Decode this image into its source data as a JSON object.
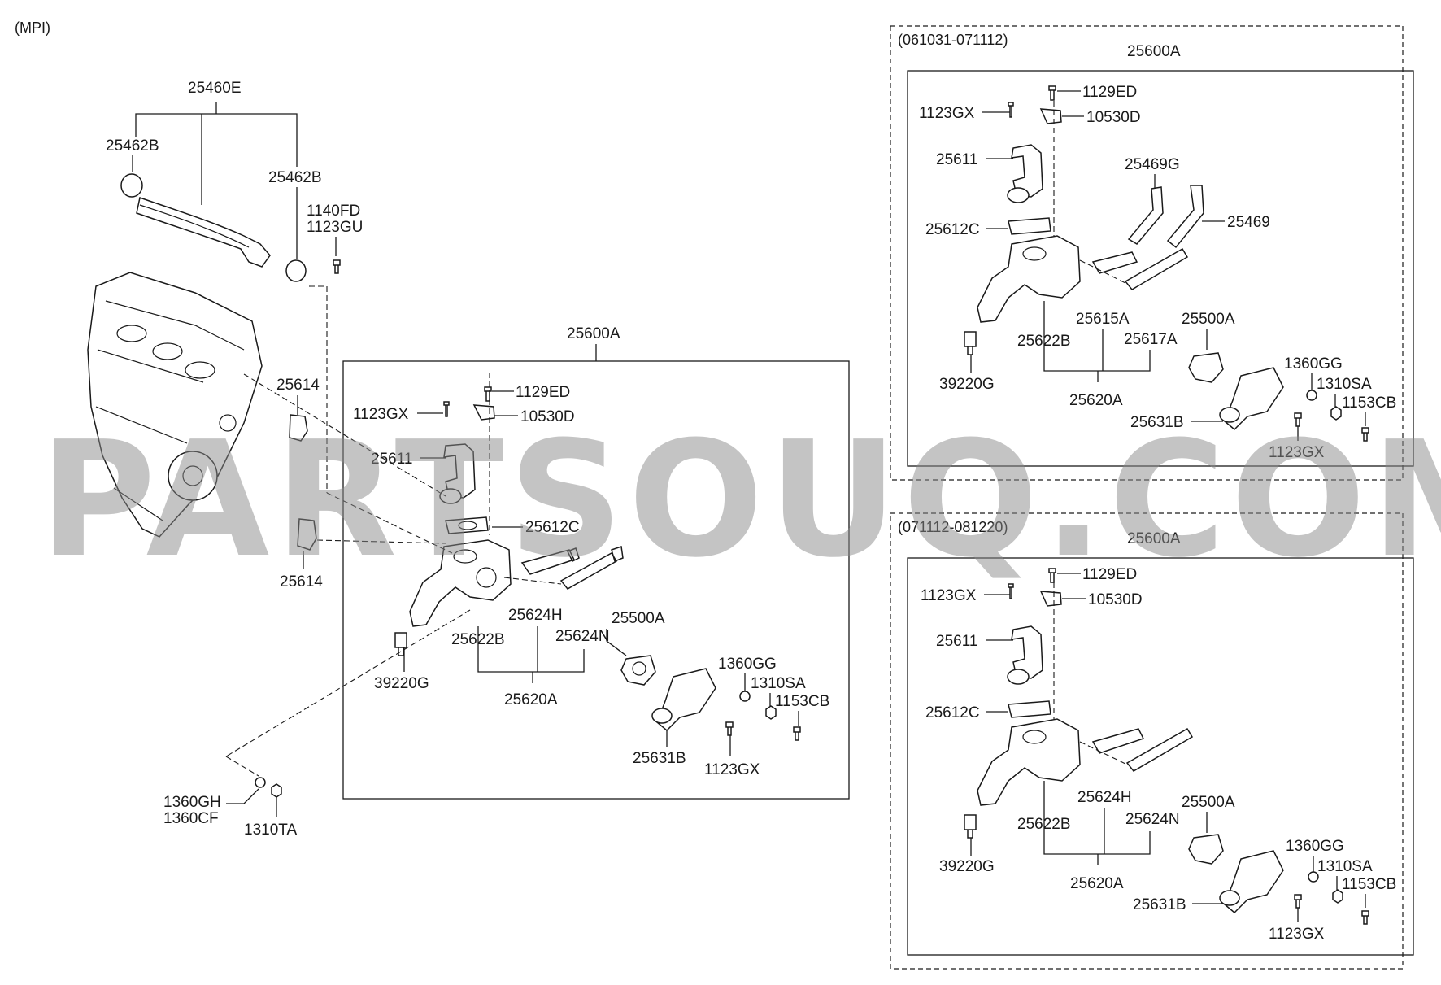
{
  "header": {
    "variant": "(MPI)"
  },
  "watermark": "PARTSOUQ.COM",
  "main": {
    "pipe_group": {
      "pipe": "25460E",
      "oring_left": "25462B",
      "oring_right": "25462B",
      "bolt_a": "1140FD",
      "bolt_b": "1123GU"
    },
    "gasket_upper": "25614",
    "gasket_lower": "25614",
    "lower_nuts": {
      "nut_a": "1360GH",
      "nut_b": "1360CF",
      "nut_c": "1310TA"
    },
    "assembly": {
      "title": "25600A",
      "labels": {
        "bolt_top": "1129ED",
        "bolt_left": "1123GX",
        "bracket": "10530D",
        "pipe": "25611",
        "gasket": "25612C",
        "hose_h": "25624H",
        "housing": "25622B",
        "hose_n": "25624N",
        "fitting": "25620A",
        "sensor": "39220G",
        "thermostat": "25500A",
        "nut_gg": "1360GG",
        "nut_sa": "1310SA",
        "bolt_cb": "1153CB",
        "outlet": "25631B",
        "bolt_gx": "1123GX"
      }
    }
  },
  "inset_top": {
    "date_range": "(061031-071112)",
    "title": "25600A",
    "labels": {
      "bolt_top": "1129ED",
      "bolt_left": "1123GX",
      "bracket": "10530D",
      "pipe": "25611",
      "hose_g": "25469G",
      "hose": "25469",
      "gasket": "25612C",
      "hose_a": "25615A",
      "housing": "25622B",
      "hose_a2": "25617A",
      "thermostat": "25500A",
      "sensor": "39220G",
      "fitting": "25620A",
      "nut_gg": "1360GG",
      "nut_sa": "1310SA",
      "bolt_cb": "1153CB",
      "outlet": "25631B",
      "bolt_gx": "1123GX"
    }
  },
  "inset_bottom": {
    "date_range": "(071112-081220)",
    "title": "25600A",
    "labels": {
      "bolt_top": "1129ED",
      "bolt_left": "1123GX",
      "bracket": "10530D",
      "pipe": "25611",
      "gasket": "25612C",
      "hose_h": "25624H",
      "housing": "25622B",
      "hose_n": "25624N",
      "thermostat": "25500A",
      "sensor": "39220G",
      "fitting": "25620A",
      "nut_gg": "1360GG",
      "nut_sa": "1310SA",
      "bolt_cb": "1153CB",
      "outlet": "25631B",
      "bolt_gx": "1123GX"
    }
  }
}
